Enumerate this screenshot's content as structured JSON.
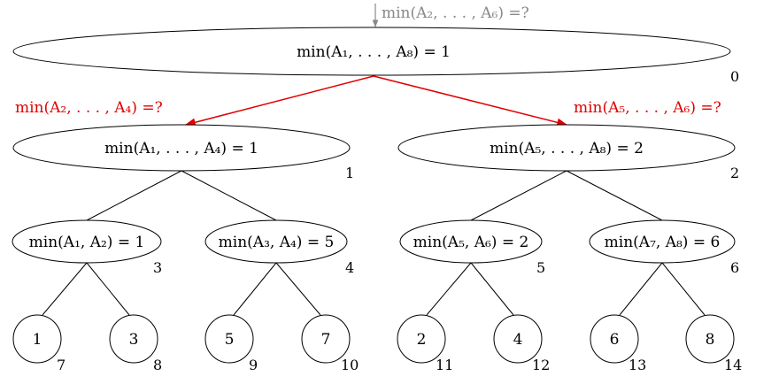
{
  "root_query": "min(A₂, . . . , A₆) =?",
  "sub_queries": {
    "left": "min(A₂, . . . , A₄) =?",
    "right": "min(A₅, . . . , A₆) =?"
  },
  "nodes": [
    {
      "id": 0,
      "label": "min(A₁, . . . , A₈) = 1",
      "index": "0"
    },
    {
      "id": 1,
      "label": "min(A₁, . . . , A₄) = 1",
      "index": "1"
    },
    {
      "id": 2,
      "label": "min(A₅, . . . , A₈) = 2",
      "index": "2"
    },
    {
      "id": 3,
      "label": "min(A₁, A₂) = 1",
      "index": "3"
    },
    {
      "id": 4,
      "label": "min(A₃, A₄) = 5",
      "index": "4"
    },
    {
      "id": 5,
      "label": "min(A₅, A₆) = 2",
      "index": "5"
    },
    {
      "id": 6,
      "label": "min(A₇, A₈) = 6",
      "index": "6"
    },
    {
      "id": 7,
      "label": "1",
      "index": "7"
    },
    {
      "id": 8,
      "label": "3",
      "index": "8"
    },
    {
      "id": 9,
      "label": "5",
      "index": "9"
    },
    {
      "id": 10,
      "label": "7",
      "index": "10"
    },
    {
      "id": 11,
      "label": "2",
      "index": "11"
    },
    {
      "id": 12,
      "label": "4",
      "index": "12"
    },
    {
      "id": 13,
      "label": "6",
      "index": "13"
    },
    {
      "id": 14,
      "label": "8",
      "index": "14"
    }
  ],
  "colors": {
    "query_edge": "#e00000",
    "root_query": "#888888"
  }
}
